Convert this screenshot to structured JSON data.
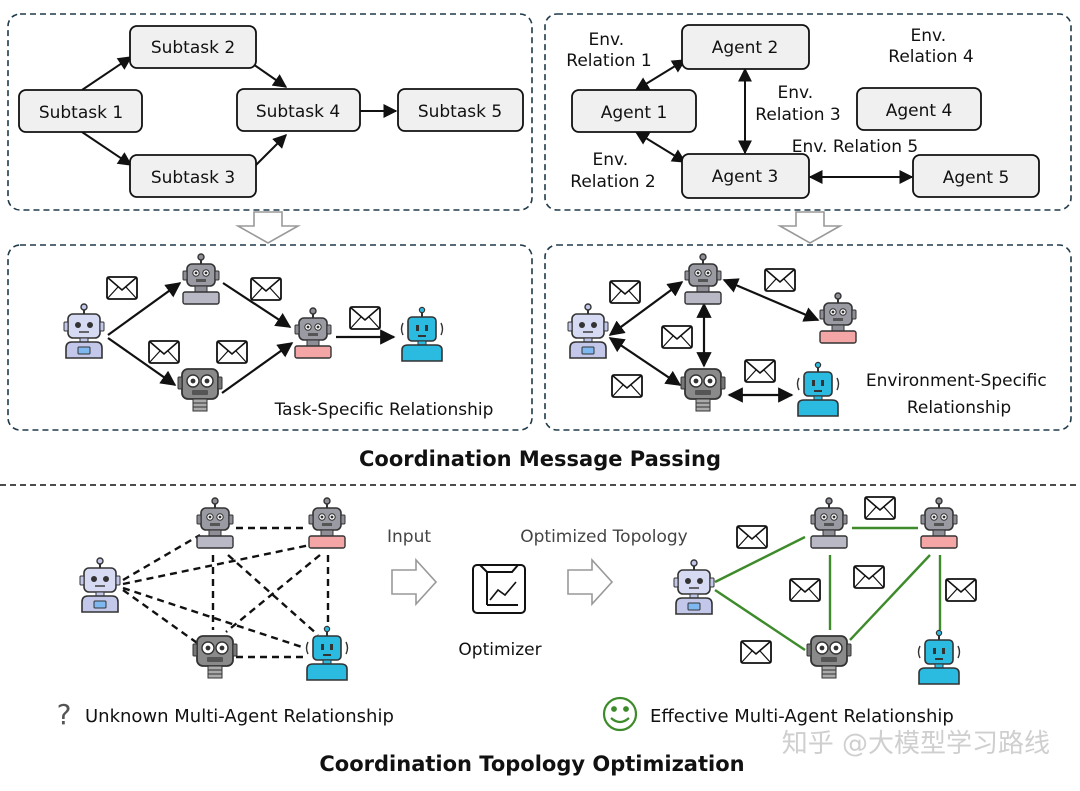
{
  "panel_a": {
    "subtasks": [
      "Subtask 1",
      "Subtask 2",
      "Subtask 3",
      "Subtask 4",
      "Subtask 5"
    ]
  },
  "panel_b": {
    "agents": [
      "Agent 1",
      "Agent 2",
      "Agent 3",
      "Agent 4",
      "Agent 5"
    ],
    "relations": {
      "r1": [
        "Env.",
        "Relation 1"
      ],
      "r2": [
        "Env.",
        "Relation 2"
      ],
      "r3": [
        "Env.",
        "Relation 3"
      ],
      "r4": [
        "Env.",
        "Relation 4"
      ],
      "r5": "Env. Relation 5"
    }
  },
  "panel_c": {
    "caption": "Task-Specific Relationship"
  },
  "panel_d": {
    "caption_line1": "Environment-Specific",
    "caption_line2": "Relationship"
  },
  "section_titles": {
    "message_passing": "Coordination Message Passing",
    "topology_optimization": "Coordination Topology Optimization"
  },
  "bottom": {
    "input_label": "Input",
    "optimized_label": "Optimized Topology",
    "optimizer_label": "Optimizer",
    "unknown_label": "Unknown Multi-Agent Relationship",
    "effective_label": "Effective Multi-Agent Relationship",
    "question_mark": "?"
  },
  "watermark": "知乎 @大模型学习路线",
  "colors": {
    "robot_lavender": "#c3c8ea",
    "robot_gray": "#8e8e96",
    "robot_pink": "#f4a6a6",
    "robot_cyan": "#2bbbe0",
    "green_edge": "#3d8b2a",
    "box_fill": "#f0f0f0"
  }
}
